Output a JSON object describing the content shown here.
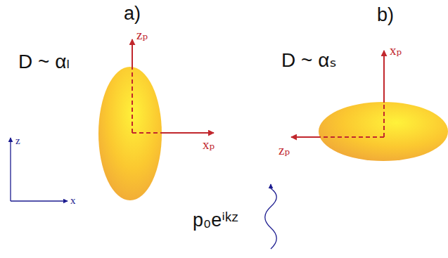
{
  "diagram": {
    "labels": [
      "a)",
      "b)",
      "D ~ αₗ",
      "D ~ αₛ",
      "zₚ",
      "xₚ",
      "xₚ",
      "zₚ",
      "z",
      "x",
      "p₀eⁱᵏᶻ"
    ]
  }
}
